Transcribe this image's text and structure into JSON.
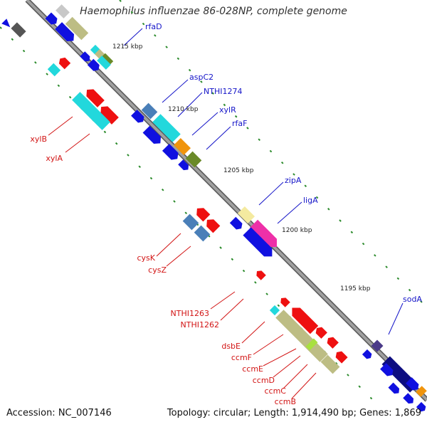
{
  "title": "Haemophilus influenzae 86-028NP, complete genome",
  "footer": {
    "accession": "Accession: NC_007146",
    "topology": "Topology: circular; Length: 1,914,490 bp; Genes: 1,869"
  },
  "scale_labels": [
    "1215 kbp",
    "1210 kbp",
    "1205 kbp",
    "1200 kbp",
    "1195 kbp"
  ],
  "genes_forward_strand": [
    "rfaD",
    "aspC2",
    "NTHI1274",
    "xylR",
    "rfaF",
    "zipA",
    "ligA",
    "sodA"
  ],
  "genes_reverse_strand": [
    "xylB",
    "xylA",
    "cysK",
    "cysZ",
    "NTHI1263",
    "NTHI1262",
    "dsbE",
    "ccmF",
    "ccmE",
    "ccmD",
    "ccmC",
    "ccmB"
  ],
  "colors": {
    "forward_label": "#1414c8",
    "reverse_label": "#d21414",
    "backbone": "#909090",
    "scale_dash": "#2a8a2a",
    "blue": "#1010e0",
    "red": "#ee1010",
    "olive": "#bdbd84",
    "cyan": "#22d8dc",
    "steel": "#4a7fb8",
    "navy": "#0d0d80",
    "magenta": "#ee30a8",
    "green": "#6a8a28",
    "orange": "#f0940c"
  }
}
